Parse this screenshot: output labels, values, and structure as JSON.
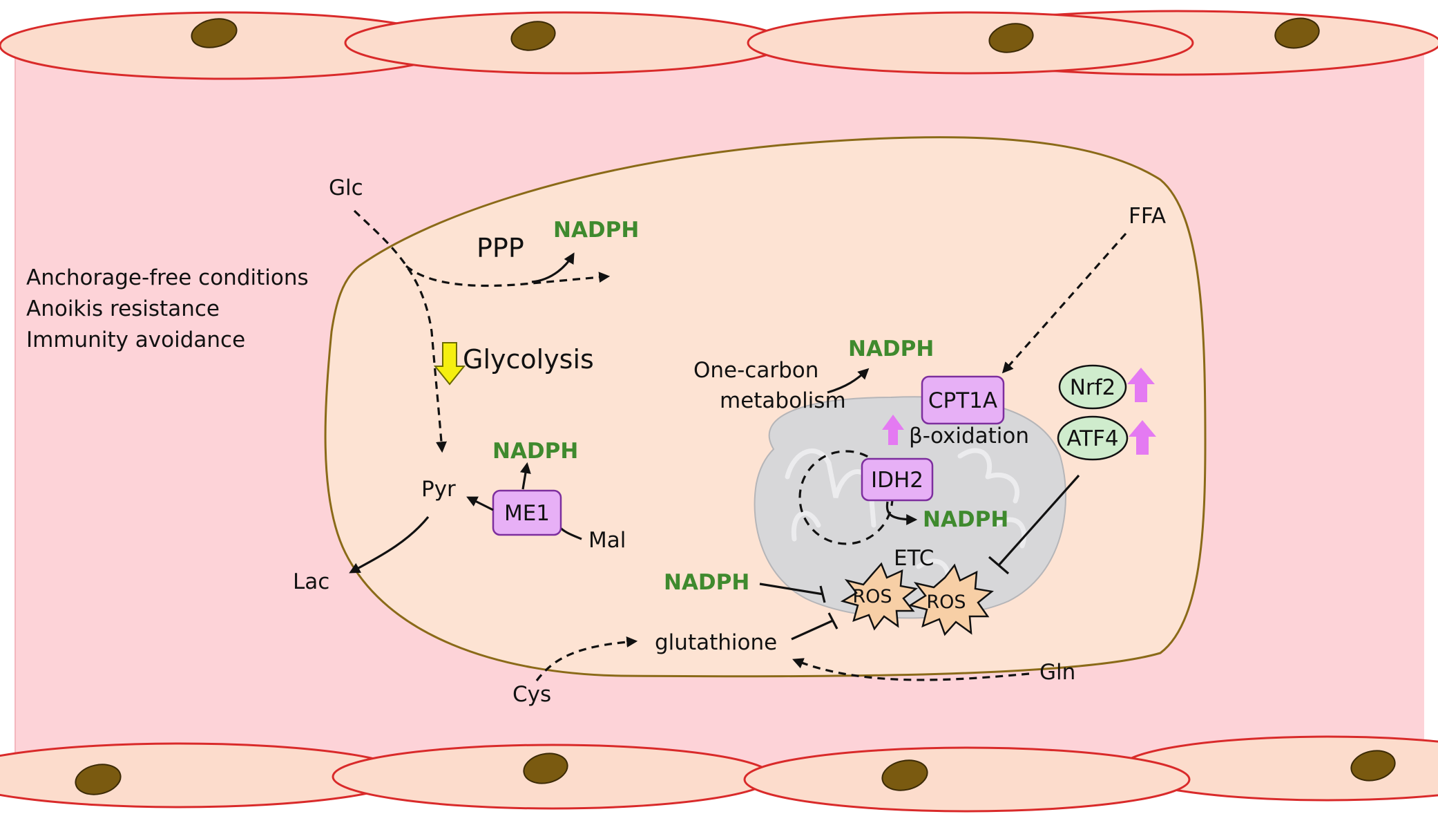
{
  "conditions": [
    "Anchorage-free conditions",
    "Anoikis resistance",
    "Immunity avoidance"
  ],
  "metabolites": {
    "glc": "Glc",
    "pyr": "Pyr",
    "lac": "Lac",
    "mal": "Mal",
    "cys": "Cys",
    "gln": "Gln",
    "ffa": "FFA",
    "glutathione": "glutathione"
  },
  "pathways": {
    "ppp": "PPP",
    "glycolysis": "Glycolysis",
    "one_carbon_line1": "One-carbon",
    "one_carbon_line2": "metabolism",
    "beta_oxidation": "β-oxidation",
    "etc": "ETC"
  },
  "nadph_label": "NADPH",
  "enzymes": {
    "me1": "ME1",
    "cpt1a": "CPT1A",
    "idh2": "IDH2"
  },
  "transcription_factors": {
    "nrf2": "Nrf2",
    "atf4": "ATF4"
  },
  "ros_label": "ROS",
  "colors": {
    "vessel_lumen": "#fdd3d8",
    "endothelial_cell": "#fcdccc",
    "endothelial_outline": "#d92a2a",
    "nucleus": "#7a5a10",
    "tumor_cell": "#fde3d3",
    "tumor_outline": "#8a6a18",
    "mitochondrion": "#d7d7d9",
    "enzyme_box": "#e7b0f6",
    "enzyme_outline": "#7d2e9e",
    "tf_oval": "#cfeccd",
    "up_arrow": "#e47af2",
    "down_arrow": "#f5ef10",
    "nadph_text": "#3f8a2e",
    "ros_star": "#f7cfa6"
  }
}
